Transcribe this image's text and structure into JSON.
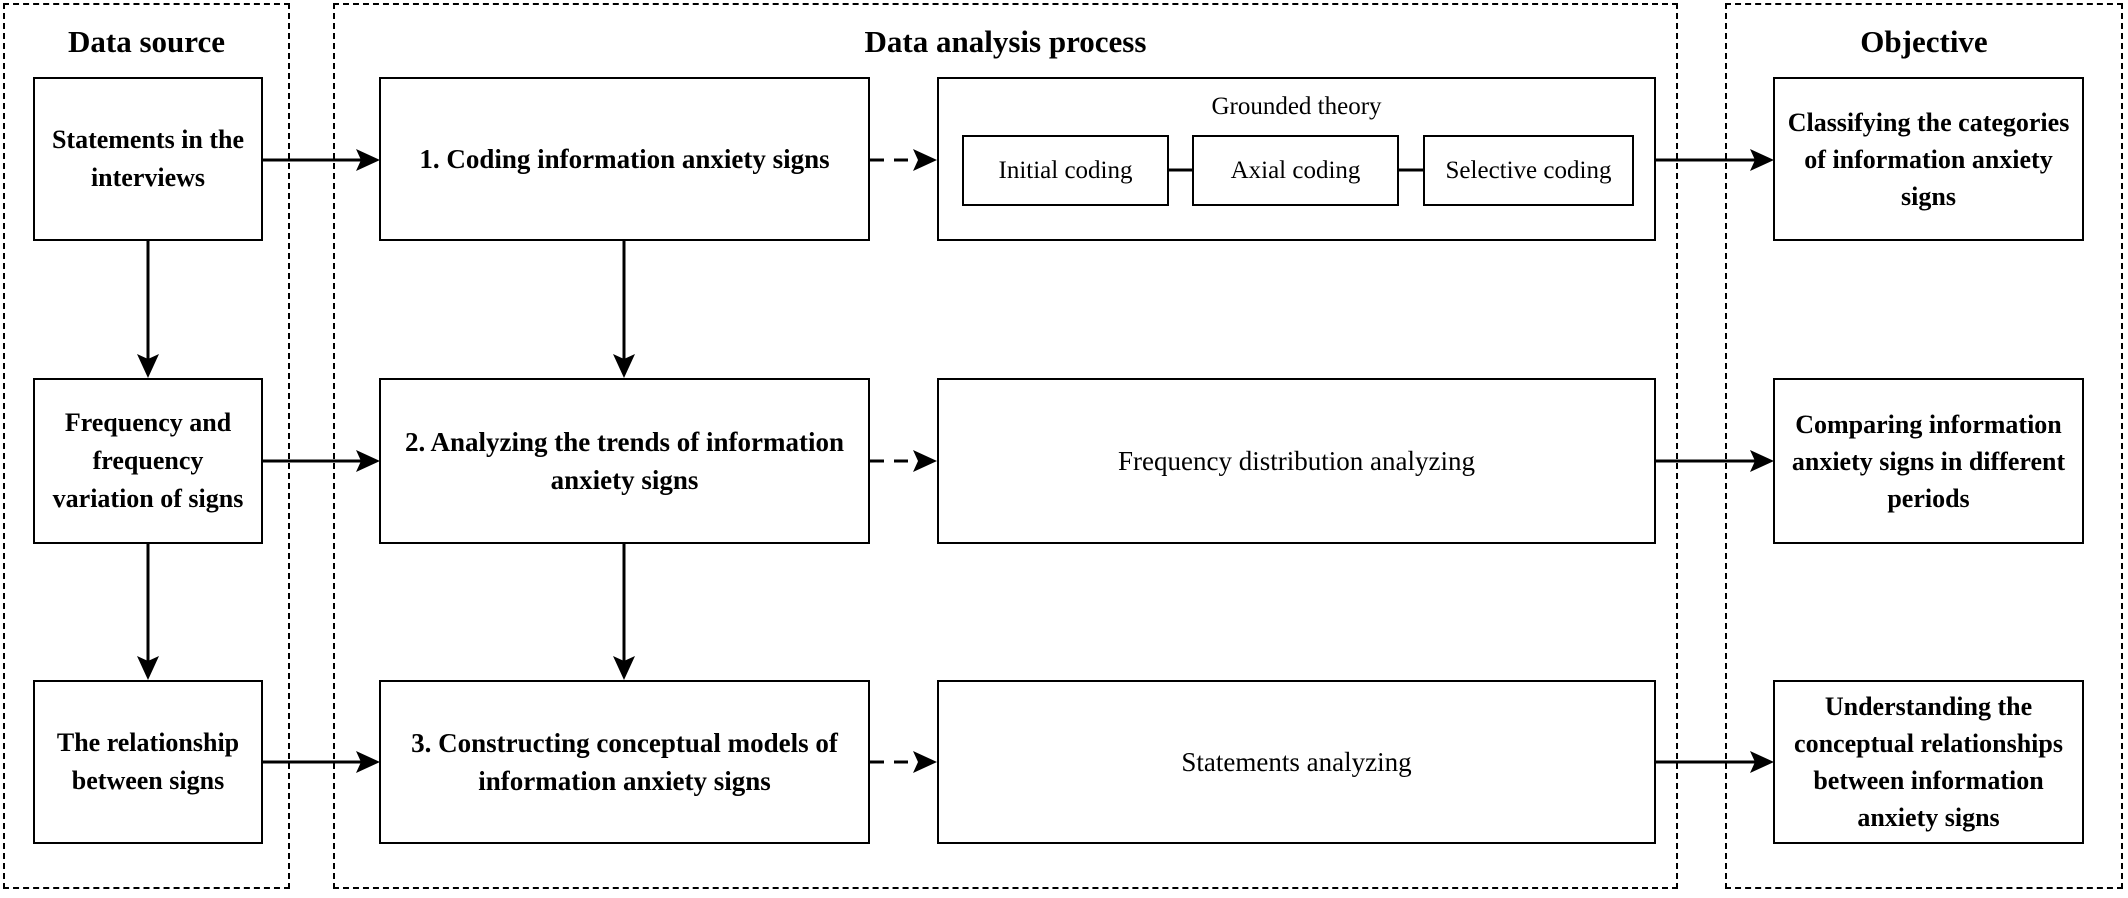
{
  "columns": {
    "source": {
      "title": "Data source"
    },
    "process": {
      "title": "Data analysis process"
    },
    "objective": {
      "title": "Objective"
    }
  },
  "sources": [
    {
      "label": "Statements in the interviews"
    },
    {
      "label": "Frequency and frequency variation of signs"
    },
    {
      "label": "The relationship between signs"
    }
  ],
  "steps": [
    {
      "label": "1. Coding information anxiety signs"
    },
    {
      "label": "2. Analyzing the trends of information anxiety signs"
    },
    {
      "label": "3. Constructing conceptual models of information anxiety signs"
    }
  ],
  "methods": {
    "grounded_theory": {
      "title": "Grounded theory",
      "stages": [
        "Initial coding",
        "Axial coding",
        "Selective coding"
      ]
    },
    "frequency": {
      "label": "Frequency distribution analyzing"
    },
    "statements": {
      "label": "Statements analyzing"
    }
  },
  "objectives": [
    {
      "label": "Classifying the categories of information anxiety signs"
    },
    {
      "label": "Comparing information anxiety signs in different periods"
    },
    {
      "label": "Understanding the conceptual relationships between information anxiety signs"
    }
  ]
}
